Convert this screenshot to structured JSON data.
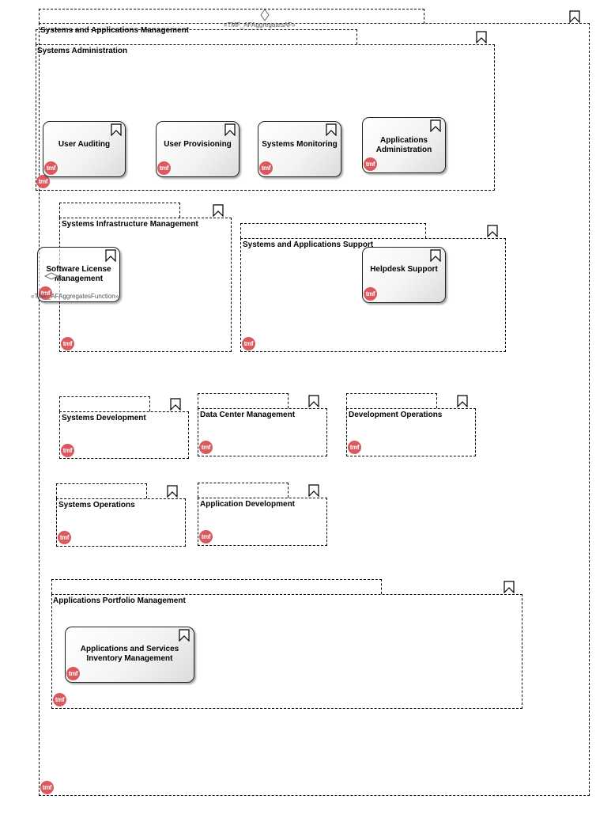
{
  "root": {
    "title": "Systems and Applications Management",
    "stereotype": "«TMF_AFAggregatesAF»",
    "badge": "tmf"
  },
  "groups": {
    "sys_admin": {
      "title": "Systems Administration",
      "badge": "tmf"
    },
    "sys_infra": {
      "title": "Systems Infrastructure Management",
      "badge": "tmf"
    },
    "sys_app_support": {
      "title": "Systems and Applications  Support",
      "badge": "tmf"
    },
    "sys_dev": {
      "title": "Systems Development",
      "badge": "tmf"
    },
    "dc_mgmt": {
      "title": "Data Center Management",
      "badge": "tmf"
    },
    "dev_ops": {
      "title": "Development Operations",
      "badge": "tmf"
    },
    "sys_ops": {
      "title": "Systems Operations",
      "badge": "tmf"
    },
    "app_dev": {
      "title": "Application Development",
      "badge": "tmf"
    },
    "app_portfolio": {
      "title": "Applications Portfolio Management",
      "badge": "tmf"
    }
  },
  "functions": {
    "user_auditing": {
      "label": "User Auditing",
      "badge": "tmf"
    },
    "user_provisioning": {
      "label": "User Provisioning",
      "badge": "tmf"
    },
    "systems_monitoring": {
      "label": "Systems Monitoring",
      "badge": "tmf"
    },
    "applications_administration": {
      "line1": "Applications",
      "line2": "Administration",
      "badge": "tmf"
    },
    "software_license": {
      "line1": "Software License",
      "line2": "Management",
      "badge": "tmf"
    },
    "helpdesk_support": {
      "label": "Helpdesk  Support",
      "badge": "tmf"
    },
    "inventory_mgmt": {
      "line1": "Applications and Services",
      "line2": "Inventory Management",
      "badge": "tmf"
    }
  },
  "connector": {
    "stereotype": "«TMF_AFAggregatesFunction»"
  },
  "icons": {
    "element": "bookmark-icon",
    "aggregation": "diamond-icon",
    "badge": "tmf-badge"
  },
  "colors": {
    "badge": "#d9595f",
    "line": "#000000",
    "box_fill": "#ffffff"
  }
}
